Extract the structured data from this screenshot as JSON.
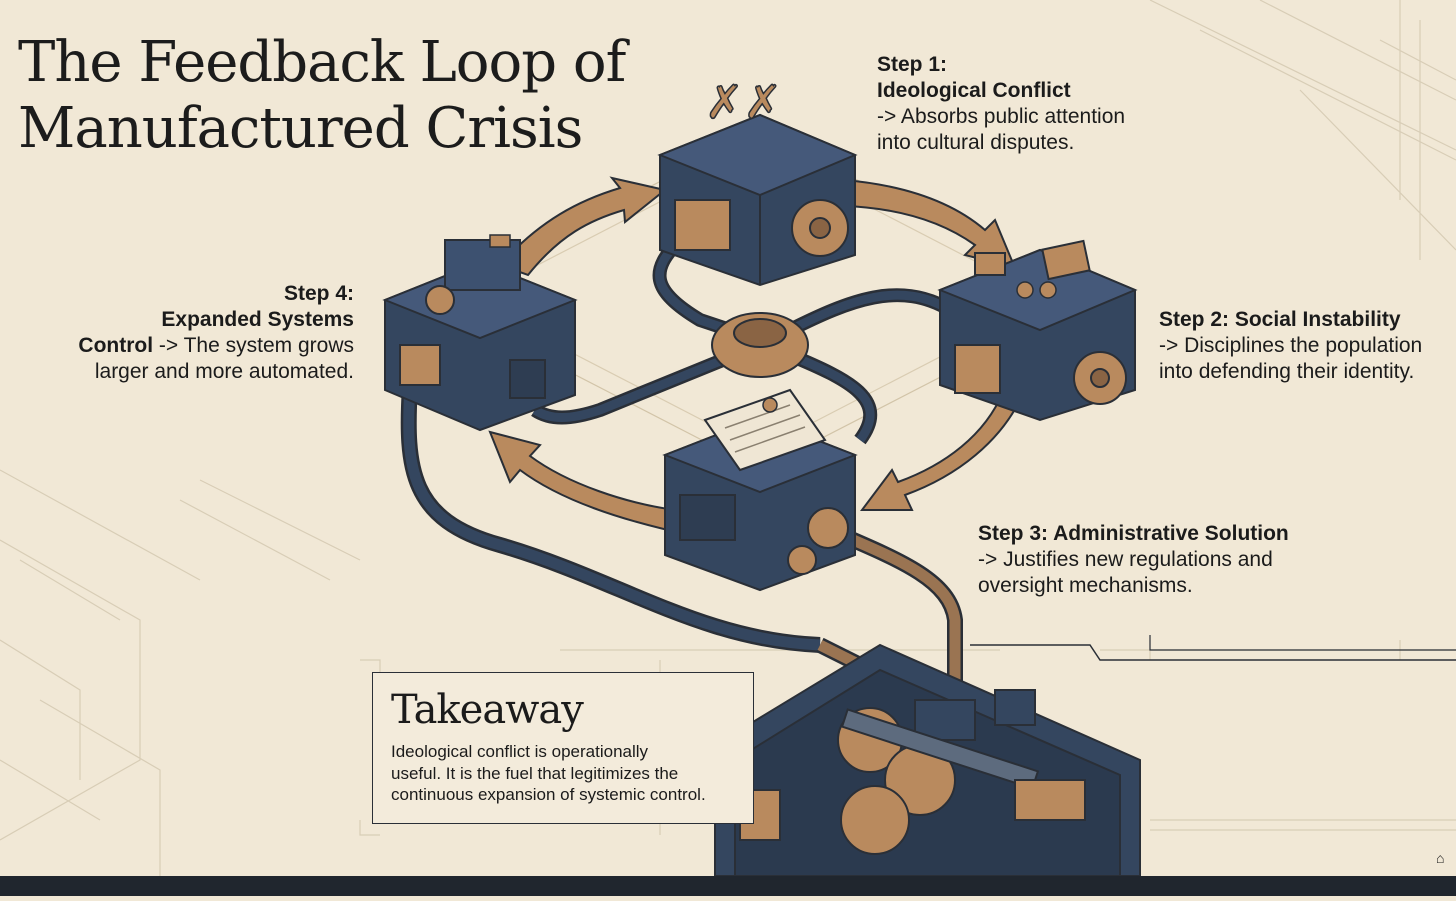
{
  "title": {
    "line1": "The Feedback Loop of",
    "line2": "Manufactured Crisis"
  },
  "steps": [
    {
      "id": "step1",
      "label": "Step 1:",
      "name": "Ideological Conflict",
      "desc1": "-> Absorbs public attention",
      "desc2": "into cultural disputes."
    },
    {
      "id": "step2",
      "label": "Step 2: Social Instability",
      "desc1": "-> Disciplines the population",
      "desc2": "into defending their identity."
    },
    {
      "id": "step3",
      "label": "Step 3: Administrative Solution",
      "desc1": "-> Justifies new regulations and",
      "desc2": "oversight mechanisms."
    },
    {
      "id": "step4",
      "label": "Step 4:",
      "name1": "Expanded Systems",
      "name2": "Control",
      "desc1": " -> The system grows",
      "desc2": "larger and more automated."
    }
  ],
  "takeaway": {
    "heading": "Takeaway",
    "line1": "Ideological conflict is operationally",
    "line2": "useful. It is the fuel that legitimizes the",
    "line3": "continuous expansion of systemic control."
  },
  "colors": {
    "background": "#f1e8d6",
    "machine_blue": "#34465f",
    "copper": "#b98a5e",
    "ink": "#1b1b1b",
    "bottom_bar": "#20262e"
  },
  "icons": [
    "crossed-symbols-icon",
    "protest-signs-icon",
    "document-scroll-icon",
    "control-panel-icon",
    "gear-icon",
    "central-hub-icon",
    "engine-machine-icon"
  ]
}
